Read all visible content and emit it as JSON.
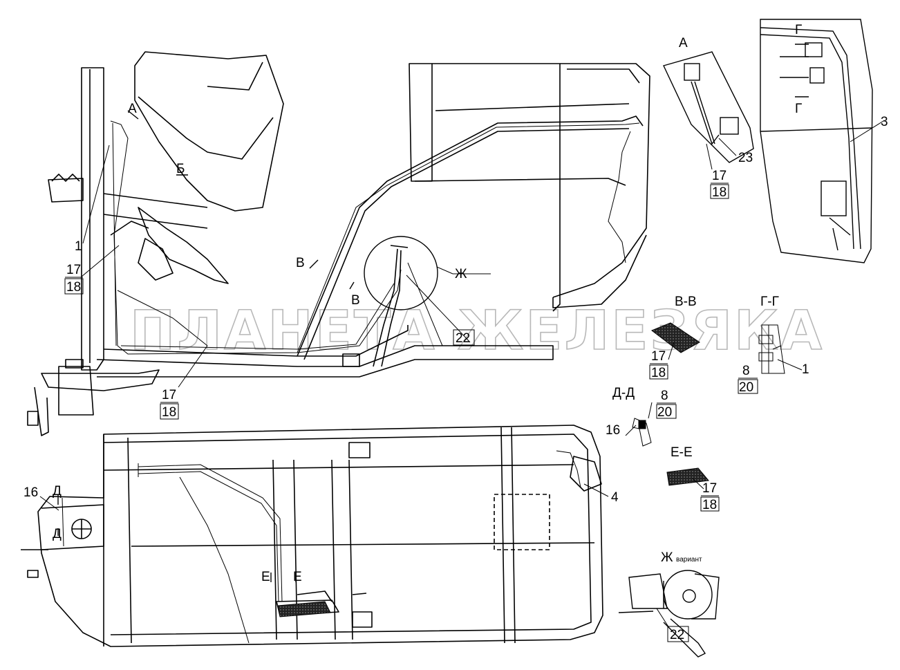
{
  "watermark": "ПЛАНЕТА ЖЕЛЕЗЯКА",
  "views": {
    "A": "А",
    "BB": "В-В",
    "GG": "Г-Г",
    "DD": "Д-Д",
    "EE": "Е-Е",
    "Zh": "Ж",
    "variant": "вариант"
  },
  "markers": {
    "A": "А",
    "B": "Б",
    "V": "В",
    "G": "Г",
    "D": "Д",
    "E": "Е",
    "Zh": "Ж"
  },
  "callouts": {
    "n1": "1",
    "n3": "3",
    "n4": "4",
    "n8": "8",
    "n16": "16",
    "n17": "17",
    "n18": "18",
    "n20": "20",
    "n22": "22",
    "n23": "23"
  }
}
